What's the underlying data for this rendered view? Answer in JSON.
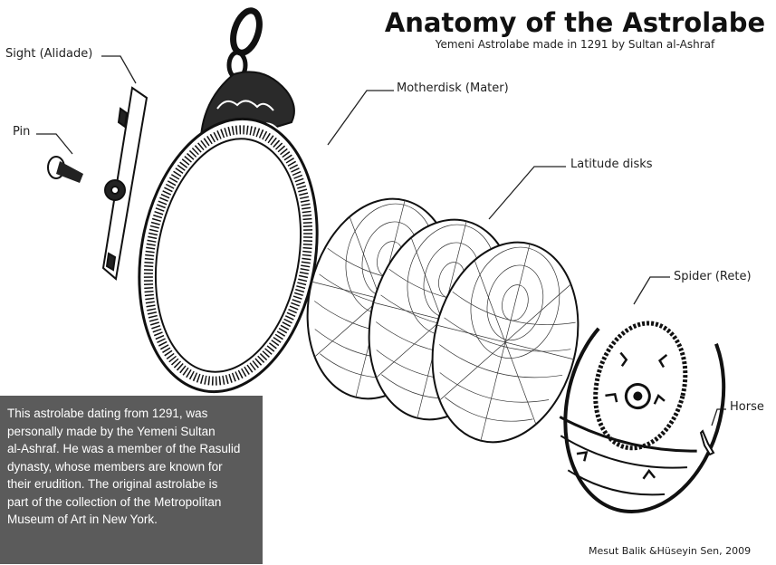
{
  "title": "Anatomy of the Astrolabe",
  "subtitle": "Yemeni Astrolabe made in 1291 by Sultan al-Ashraf",
  "labels": {
    "sight": "Sight (Alidade)",
    "pin": "Pin",
    "mater": "Motherdisk (Mater)",
    "latitude": "Latitude disks",
    "rete": "Spider (Rete)",
    "horse": "Horse"
  },
  "info_lines": [
    "This astrolabe dating from 1291,  was",
    " personally made by the Yemeni Sultan",
    " al-Ashraf. He was a member of the Rasulid",
    "dynasty, whose members are known for",
    "their erudition. The original astrolabe is",
    "part of the collection of the Metropolitan",
    "Museum of Art in New York."
  ],
  "credit": "Mesut Balik &Hüseyin Sen, 2009",
  "colors": {
    "info_box_bg": "#5b5b5b",
    "ink": "#111111"
  }
}
